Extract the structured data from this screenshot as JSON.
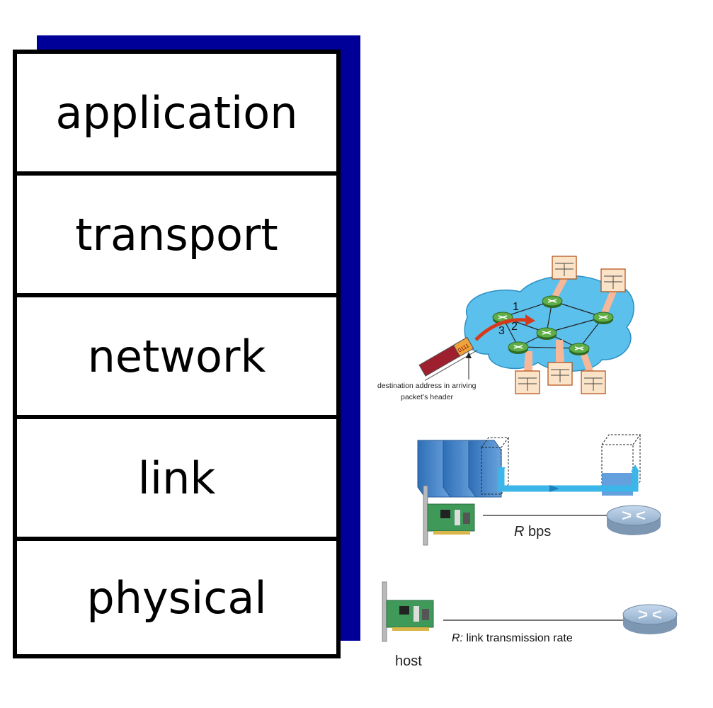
{
  "layers": [
    "application",
    "transport",
    "network",
    "link",
    "physical"
  ],
  "network_fig": {
    "annotation_line1": "destination address in arriving",
    "annotation_line2": "packet’s header",
    "packet_header": "0111",
    "port_labels": [
      "1",
      "2",
      "3"
    ]
  },
  "link_fig": {
    "rate_italic": "R",
    "rate_unit": " bps"
  },
  "physical_fig": {
    "rate_italic": "R:",
    "rate_text": " link transmission rate",
    "host_label": "host"
  },
  "colors": {
    "shadow": "#000099",
    "cloud": "#5bc0eb",
    "router": "#4f9a3c",
    "link_blue": "#3cb6e8"
  }
}
